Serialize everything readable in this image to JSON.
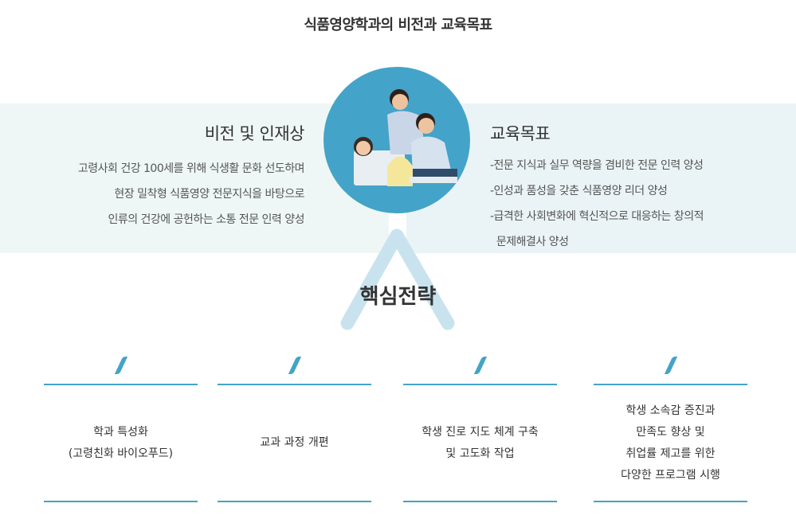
{
  "title": "식품영양학과의 비전과 교육목표",
  "vision": {
    "heading": "비전 및 인재상",
    "lines": [
      "고령사회 건강 100세를 위해 식생활 문화 선도하며",
      "현장 밀착형 식품영양 전문지식을 바탕으로",
      "인류의 건강에 공헌하는 소통 전문 인력 양성"
    ]
  },
  "goals": {
    "heading": "교육목표",
    "lines": [
      "-전문 지식과 실무 역량을 겸비한 전문 인력 양성",
      "-인성과 품성을 갖춘 식품영양 리더 양성",
      "-급격한 사회변화에 혁신적으로 대응하는 창의적",
      "  문제해결사 양성"
    ]
  },
  "core": {
    "heading": "핵심전략",
    "items": [
      {
        "lines": [
          "학과 특성화",
          "(고령친화 바이오푸드)"
        ]
      },
      {
        "lines": [
          "교과 과정 개편"
        ]
      },
      {
        "lines": [
          "학생 진로 지도 체계 구축",
          "및 고도화 작업"
        ]
      },
      {
        "lines": [
          "학생 소속감 증진과",
          "만족도 향상 및",
          "취업률 제고를 위한",
          "다양한 프로그램 시행"
        ]
      }
    ]
  },
  "colors": {
    "accent": "#44a3c8",
    "band_left": "#eef7f5",
    "band_right": "#eaf4f7",
    "chevron": "#c9e3ee"
  }
}
